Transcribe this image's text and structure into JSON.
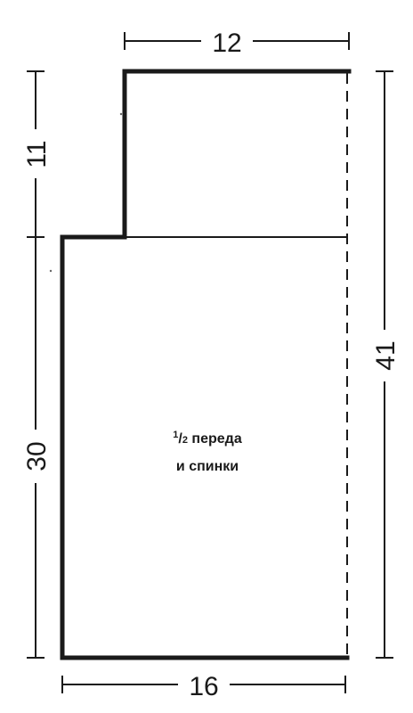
{
  "dimensions": {
    "top_width": "12",
    "bottom_width": "16",
    "upper_height": "11",
    "lower_height": "30",
    "total_height": "41"
  },
  "label": {
    "fraction_numerator": "1",
    "fraction_denominator": "2",
    "line1_rest": " переда",
    "line2": "и спинки"
  },
  "colors": {
    "outline": "#1a1a1a",
    "background": "#ffffff"
  }
}
